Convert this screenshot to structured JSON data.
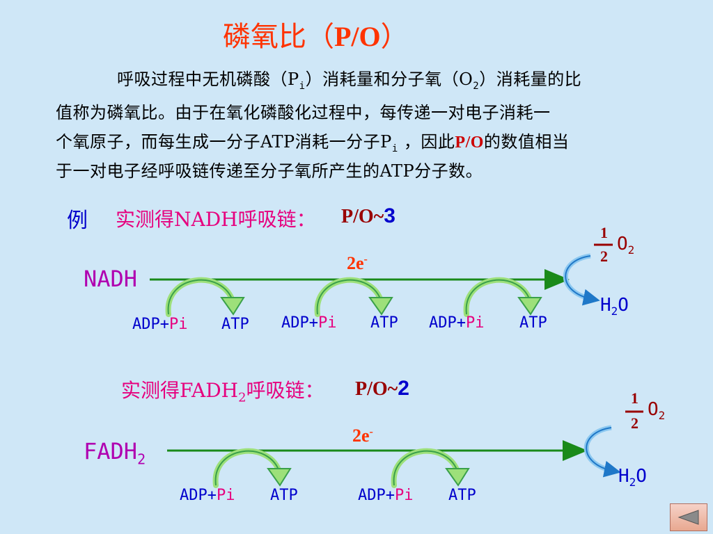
{
  "title": {
    "cn": "磷氧比（",
    "latin": "P/O",
    "close": "）"
  },
  "paragraph": {
    "line1_a": "呼吸过程中无机磷酸（P",
    "line1_sub": "i",
    "line1_b": "）消耗量和分子氧（O",
    "line1_sub2": "2",
    "line1_c": "）消耗量的比",
    "line2": "值称为磷氧比。由于在氧化磷酸化过程中，每传递一对电子消耗一",
    "line3_a": "个氧原子，而每生成一分子ATP消耗一分子P",
    "line3_sub": "i",
    "line3_b": " ，因此",
    "line3_po": "P/O",
    "line3_c": "的数值相当",
    "line4": "于一对电子经呼吸链传递至分子氧所产生的ATP分子数。"
  },
  "example": {
    "label": "例",
    "nadh": {
      "chain_label": "实测得NADH呼吸链：",
      "po_label": "P/O~",
      "po_value": "3",
      "substrate": "NADH",
      "electrons": "2e",
      "electrons_sup": "-",
      "adp": "ADP+",
      "pi": "Pi",
      "atp": "ATP",
      "frac_num": "1",
      "frac_den": "2",
      "o2": "O",
      "o2_sub": "2",
      "h2o_h": "H",
      "h2o_sub": "2",
      "h2o_o": "O"
    },
    "fadh2": {
      "chain_label_a": "实测得FADH",
      "chain_label_sub": "2",
      "chain_label_b": "呼吸链：",
      "po_label": "P/O~",
      "po_value": "2",
      "substrate": "FADH",
      "substrate_sub": "2",
      "electrons": "2e",
      "electrons_sup": "-",
      "adp": "ADP+",
      "pi": "Pi",
      "atp": "ATP",
      "frac_num": "1",
      "frac_den": "2",
      "o2": "O",
      "o2_sub": "2",
      "h2o_h": "H",
      "h2o_sub": "2",
      "h2o_o": "O"
    }
  },
  "nav": {
    "back_icon": "triangle-left-icon"
  },
  "colors": {
    "background": "#cfe7f7",
    "title": "#ff3300",
    "arrow_green": "#1a8a1a",
    "label_magenta": "#e6007e",
    "blue": "#0000cc"
  }
}
